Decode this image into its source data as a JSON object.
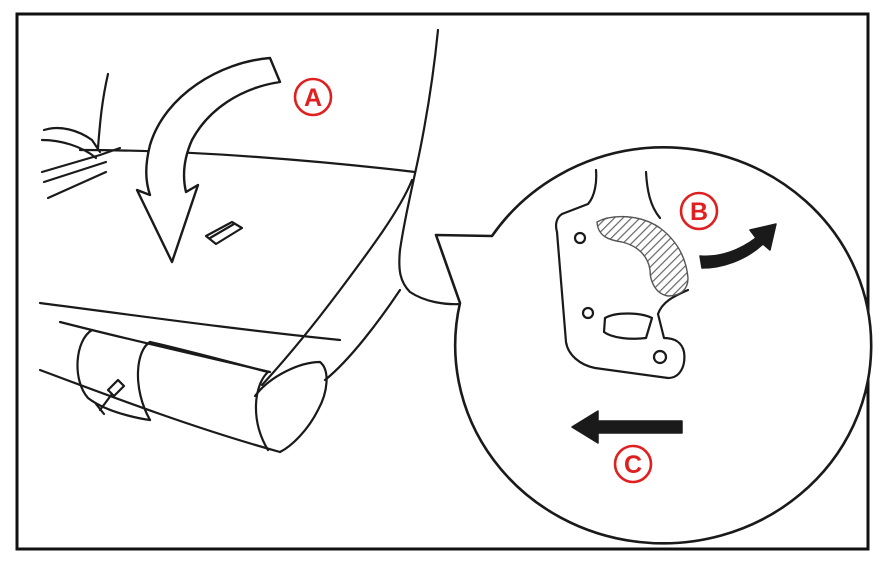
{
  "labels": {
    "a": "A",
    "b": "B",
    "c": "C"
  },
  "colors": {
    "callout": "#e02020",
    "line": "#1a1a1a",
    "frame": "#111111",
    "background": "#ffffff",
    "hatch": "#777777"
  },
  "icons": {
    "arrow_a": "curved-down-arrow-icon",
    "arrow_b": "curved-up-right-arrow-icon",
    "arrow_c": "left-arrow-icon"
  }
}
